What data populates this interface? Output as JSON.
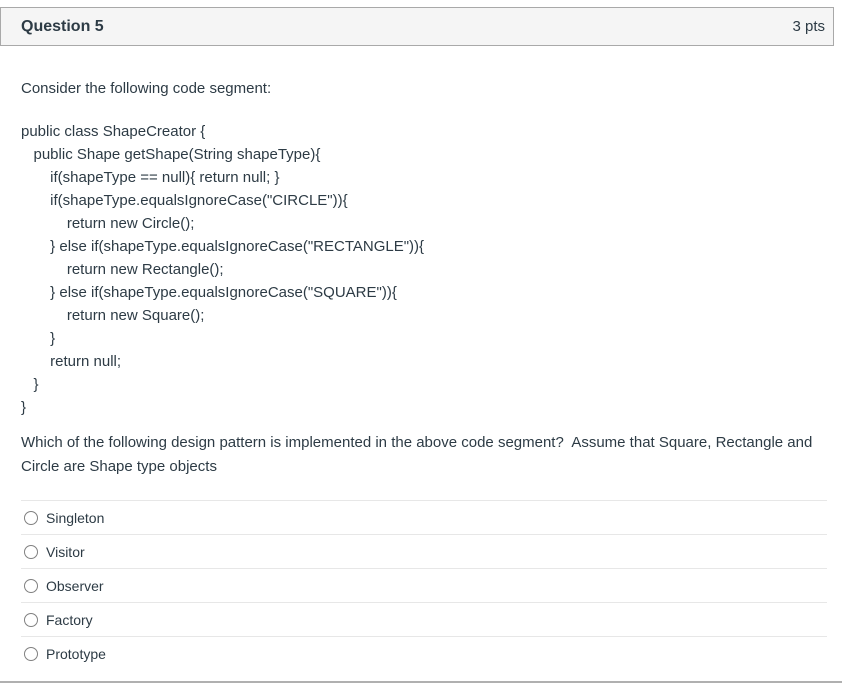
{
  "header": {
    "title": "Question 5",
    "points": "3 pts"
  },
  "body": {
    "intro": "Consider the following code segment:",
    "code": "public class ShapeCreator {\n   public Shape getShape(String shapeType){\n       if(shapeType == null){ return null; }\n       if(shapeType.equalsIgnoreCase(\"CIRCLE\")){\n           return new Circle();\n       } else if(shapeType.equalsIgnoreCase(\"RECTANGLE\")){\n           return new Rectangle();\n       } else if(shapeType.equalsIgnoreCase(\"SQUARE\")){\n           return new Square();\n       }\n       return null;\n   }\n}",
    "question": "Which of the following design pattern is implemented in the above code segment?  Assume that Square, Rectangle and\nCircle are Shape type objects"
  },
  "answers": [
    {
      "label": "Singleton",
      "selected": false
    },
    {
      "label": "Visitor",
      "selected": false
    },
    {
      "label": "Observer",
      "selected": false
    },
    {
      "label": "Factory",
      "selected": false
    },
    {
      "label": "Prototype",
      "selected": false
    }
  ],
  "colors": {
    "text": "#2d3b45",
    "header_bg": "#f5f5f5",
    "header_border": "#a9a9a9",
    "row_divider": "#e7e7e7",
    "bottom_divider": "#b0b0b0",
    "radio_border": "#818181"
  }
}
